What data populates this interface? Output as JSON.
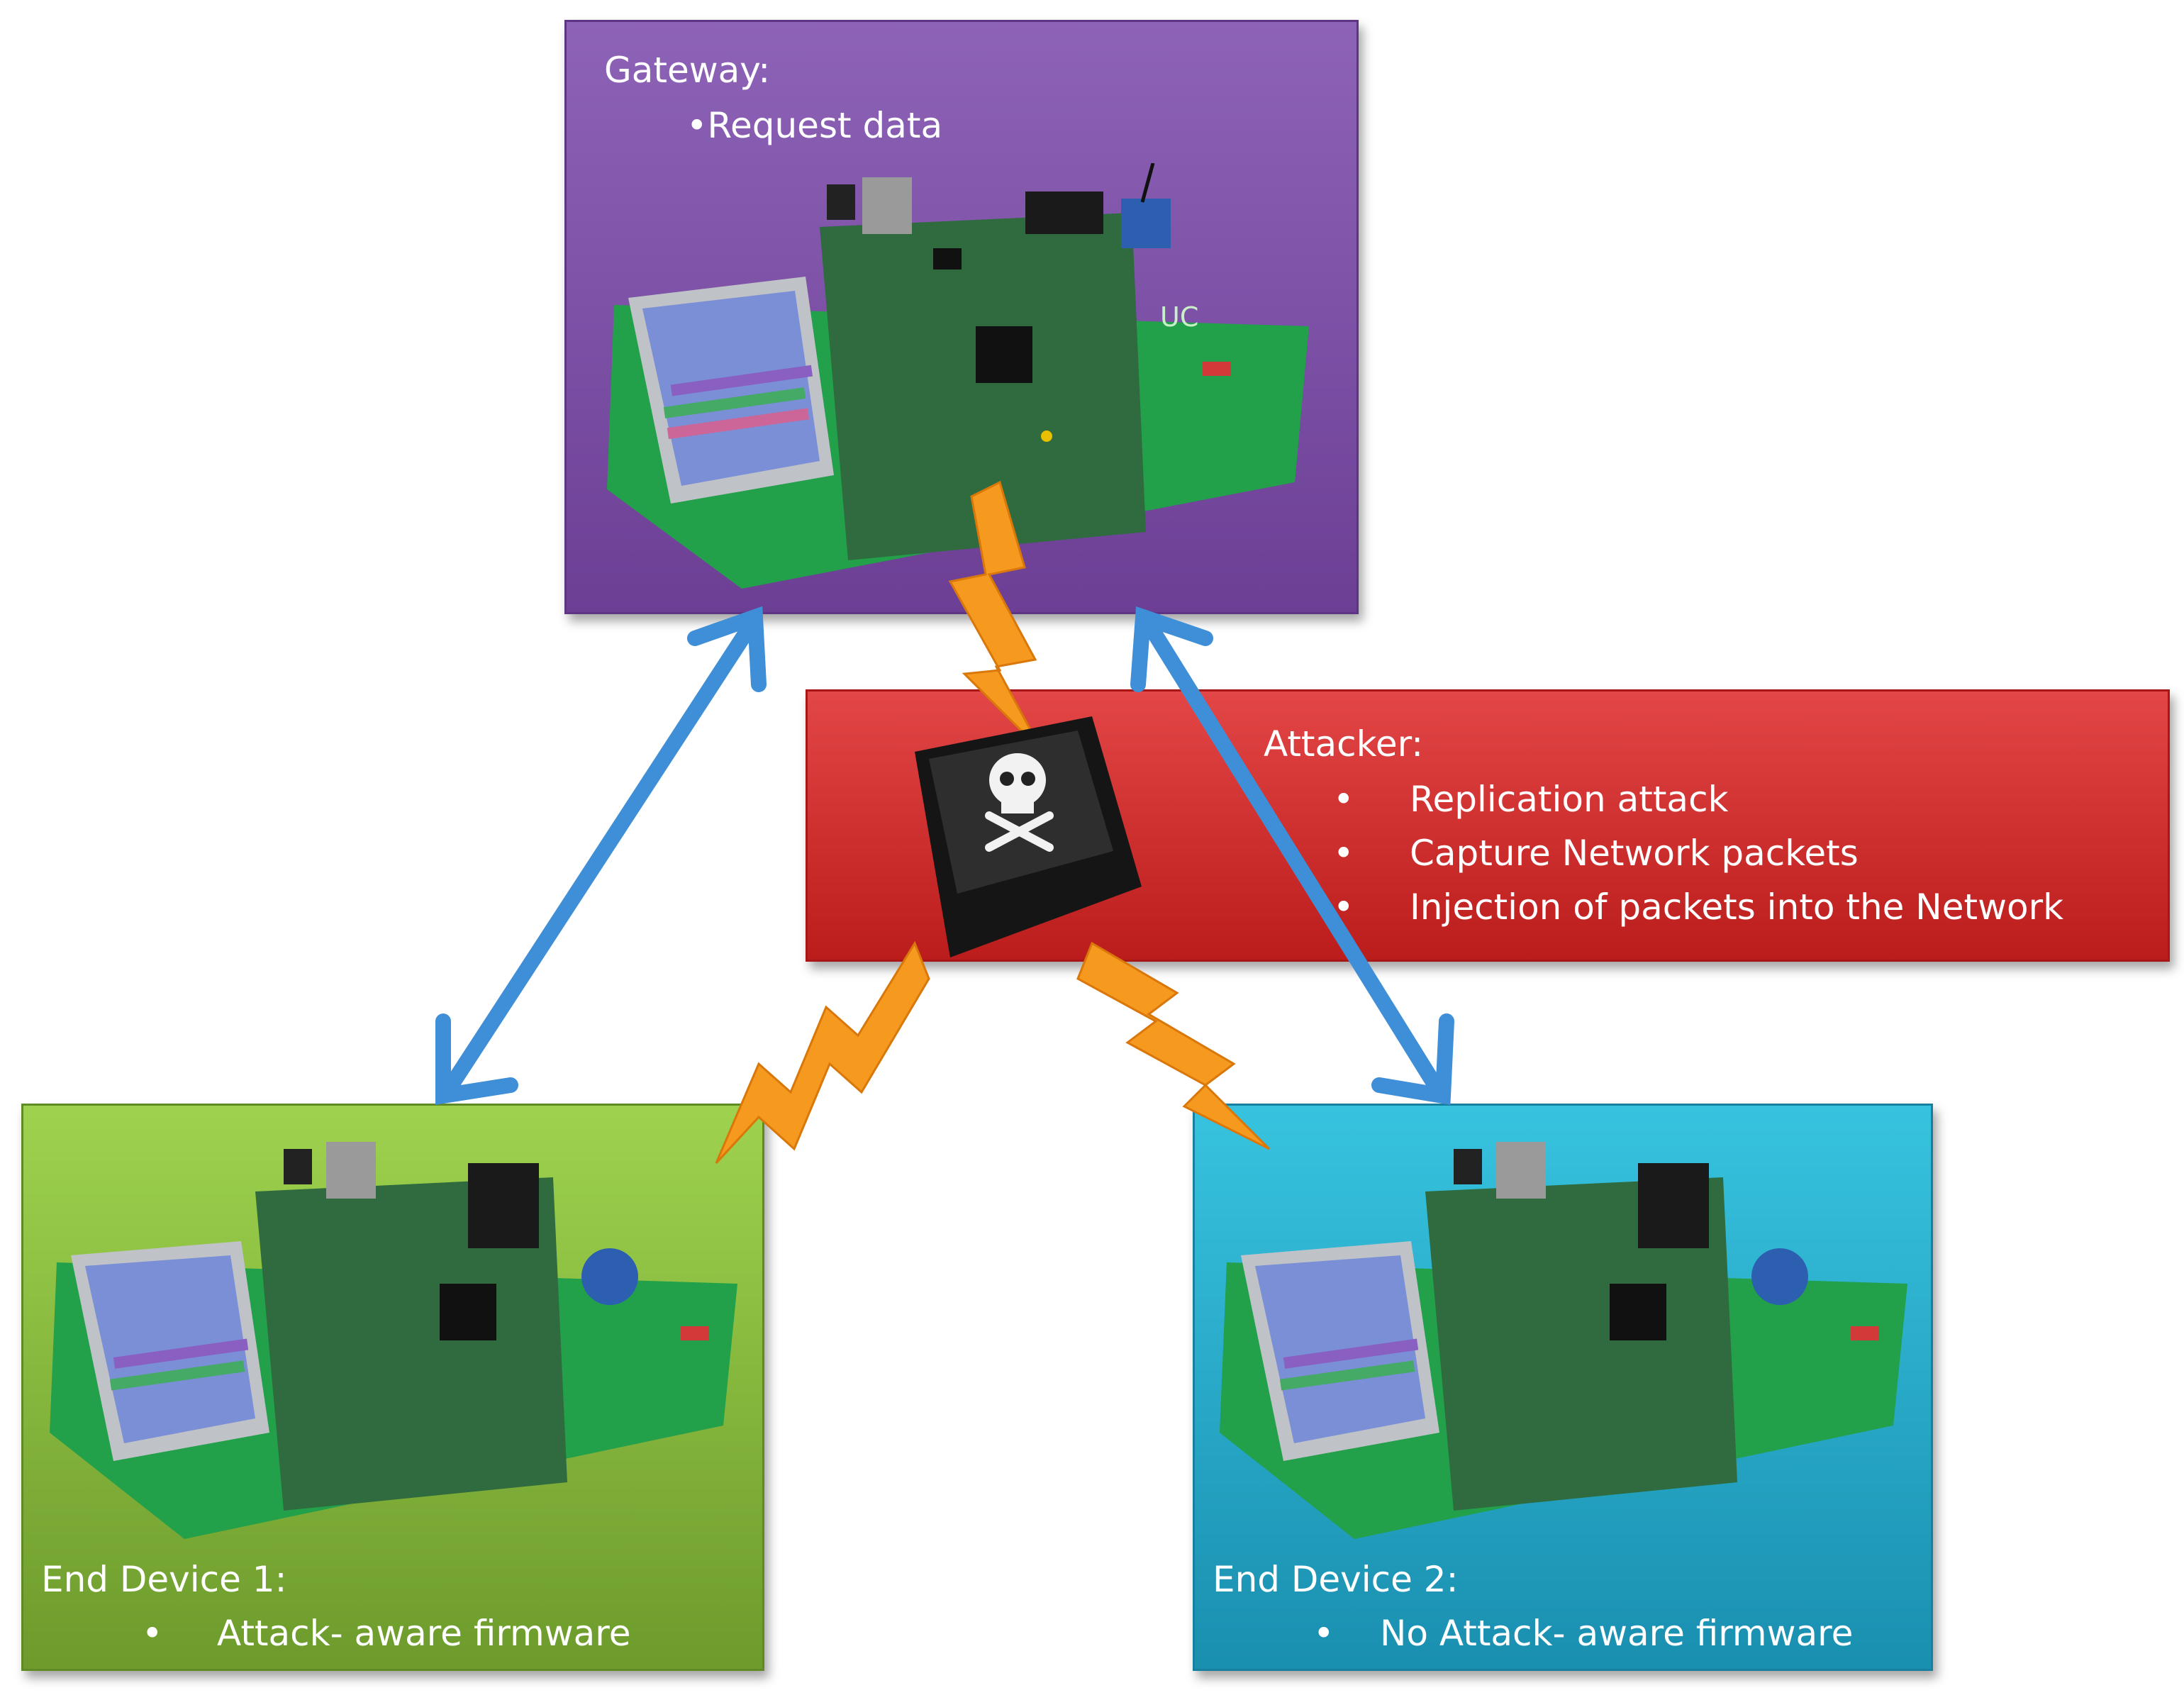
{
  "gateway": {
    "title": "Gateway:",
    "items": [
      "•Request data"
    ]
  },
  "attacker": {
    "title": "Attacker:",
    "items": [
      "Replication attack",
      "Capture Network packets",
      "Injection of packets into the Network"
    ]
  },
  "end_device_1": {
    "title": "End Device 1:",
    "items": [
      "Attack- aware firmware"
    ]
  },
  "end_device_2": {
    "title": "End Device 2:",
    "items": [
      "No Attack- aware firmware"
    ]
  },
  "board_label": "UC",
  "colors": {
    "gateway": "#7b50a6",
    "attacker": "#d22f2f",
    "end_device_1": "#86b83a",
    "end_device_2": "#27aacb",
    "link_arrow": "#3f8fd8",
    "lightning": "#f59a1e"
  }
}
